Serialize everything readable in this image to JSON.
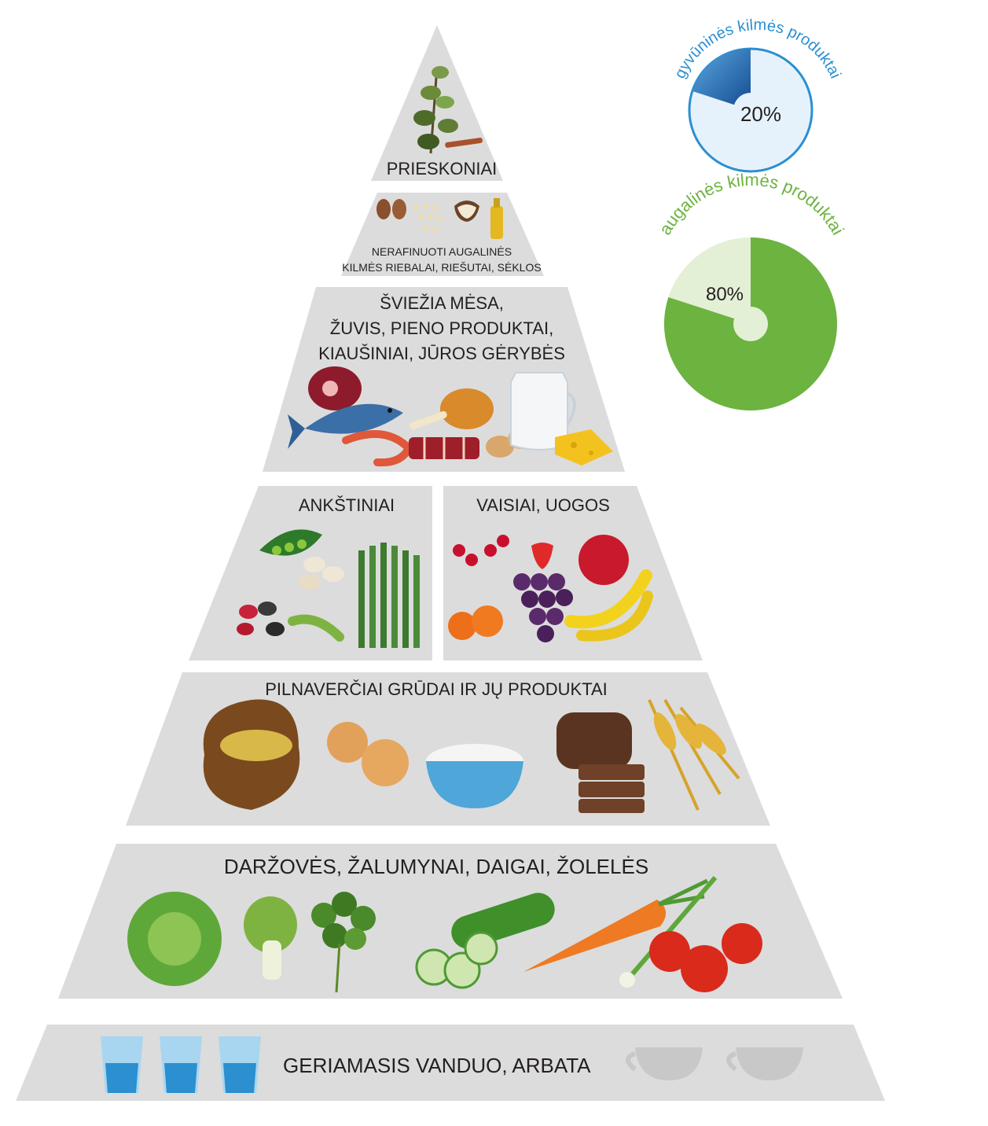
{
  "pyramid": {
    "tier1": {
      "label": "PRIESKONIAI"
    },
    "tier2": {
      "line1": "NERAFINUOTI  AUGALINĖS",
      "line2": "KILMĖS RIEBALAI, RIEŠUTAI, SĖKLOS"
    },
    "tier3": {
      "line1": "ŠVIEŽIA MĖSA,",
      "line2": "ŽUVIS, PIENO PRODUKTAI,",
      "line3": "KIAUŠINIAI, JŪROS GĖRYBĖS"
    },
    "tier4_left": {
      "label": "ANKŠTINIAI"
    },
    "tier4_right": {
      "label": "VAISIAI, UOGOS"
    },
    "tier5": {
      "label": "PILNAVERČIAI GRŪDAI IR JŲ PRODUKTAI"
    },
    "tier6": {
      "label": "DARŽOVĖS, ŽALUMYNAI, DAIGAI, ŽOLELĖS"
    },
    "tier7": {
      "label": "GERIAMASIS VANDUO, ARBATA"
    }
  },
  "proportions": {
    "animal": {
      "label": "gyvūninės kilmės produktai",
      "percent_text": "20%",
      "share": 0.2,
      "color": "#1f6fb5"
    },
    "plant": {
      "label": "augalinės kilmės produktai",
      "percent_text": "80%",
      "share": 0.8,
      "color": "#6cb33f"
    }
  },
  "colors": {
    "tier_fill": "#dcdcdc",
    "water": "#2b8fd0",
    "cup": "#c8c8c8"
  }
}
